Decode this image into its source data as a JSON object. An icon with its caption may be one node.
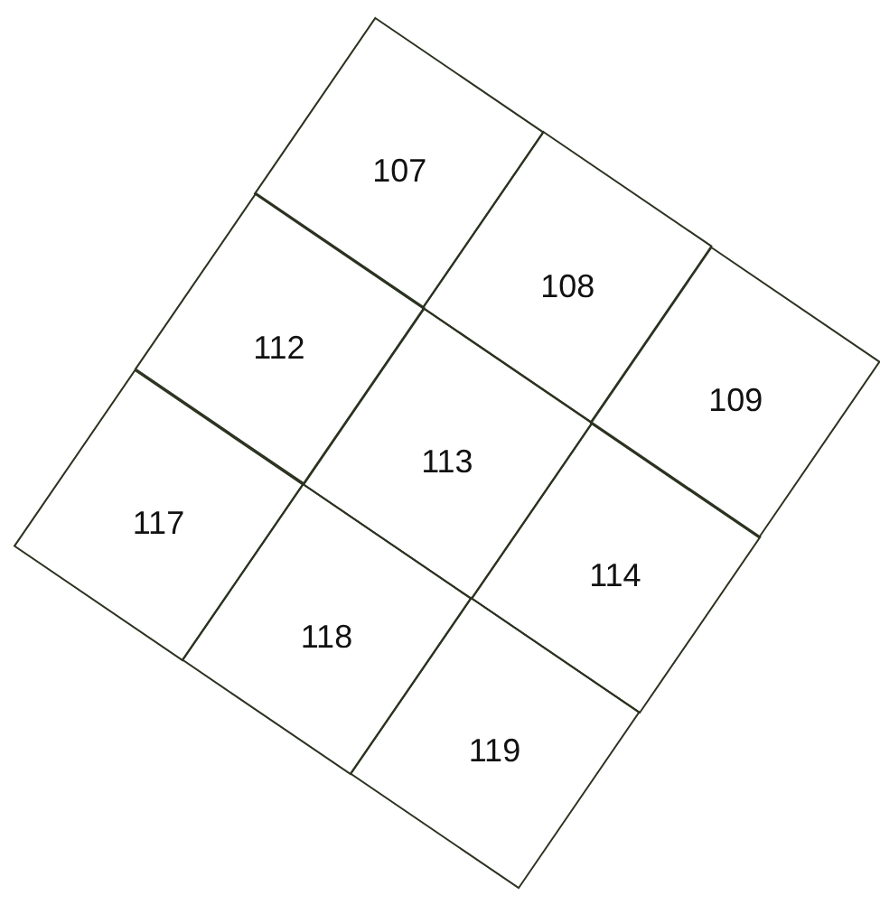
{
  "diagram": {
    "nodes": [
      {
        "text": [
          "107"
        ]
      },
      {
        "text": [
          "108"
        ]
      },
      {
        "text": [
          "109"
        ]
      },
      {
        "text": [
          "112"
        ]
      },
      {
        "text": [
          "113"
        ]
      },
      {
        "text": [
          "114"
        ]
      },
      {
        "text": [
          "117"
        ]
      },
      {
        "text": [
          "118"
        ]
      },
      {
        "text": [
          "119"
        ]
      }
    ]
  }
}
